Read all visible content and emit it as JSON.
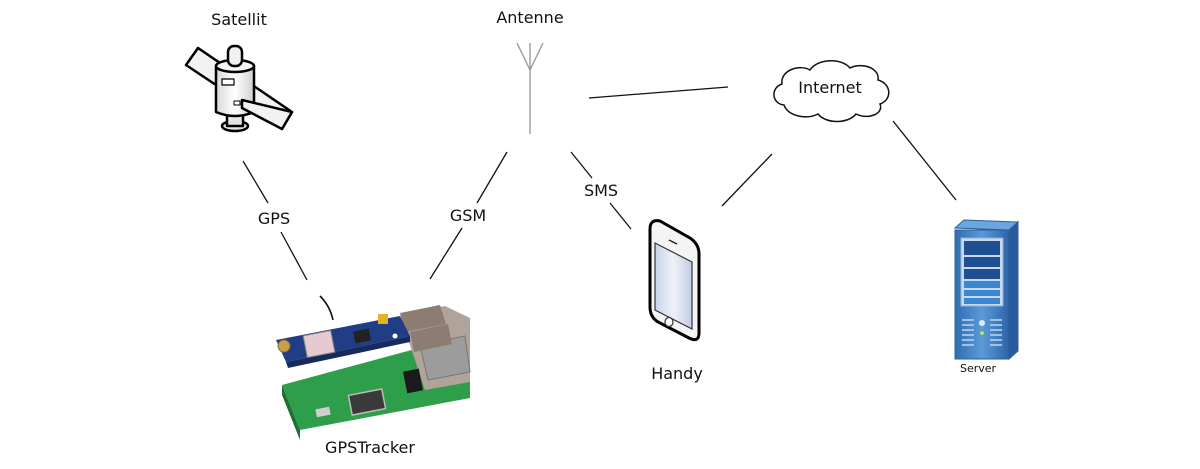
{
  "diagram": {
    "type": "network-topology",
    "nodes": [
      {
        "id": "satellite",
        "label": "Satellit",
        "icon": "satellite-icon"
      },
      {
        "id": "antenna",
        "label": "Antenne",
        "icon": "antenna-icon"
      },
      {
        "id": "internet",
        "label": "Internet",
        "icon": "cloud-icon"
      },
      {
        "id": "tracker",
        "label": "GPSTracker",
        "icon": "circuit-board-icon"
      },
      {
        "id": "phone",
        "label": "Handy",
        "icon": "smartphone-icon"
      },
      {
        "id": "server",
        "label": "Server",
        "icon": "server-icon"
      }
    ],
    "edges": [
      {
        "from": "satellite",
        "to": "tracker",
        "label": "GPS"
      },
      {
        "from": "antenna",
        "to": "tracker",
        "label": "GSM"
      },
      {
        "from": "antenna",
        "to": "phone",
        "label": "SMS"
      },
      {
        "from": "antenna",
        "to": "internet",
        "label": ""
      },
      {
        "from": "internet",
        "to": "phone",
        "label": ""
      },
      {
        "from": "internet",
        "to": "server",
        "label": ""
      }
    ]
  },
  "colors": {
    "line": "#111111",
    "server_blue": "#3d7fc4",
    "pcb_green": "#2e9e4a",
    "hat_blue": "#1f3f8a"
  }
}
